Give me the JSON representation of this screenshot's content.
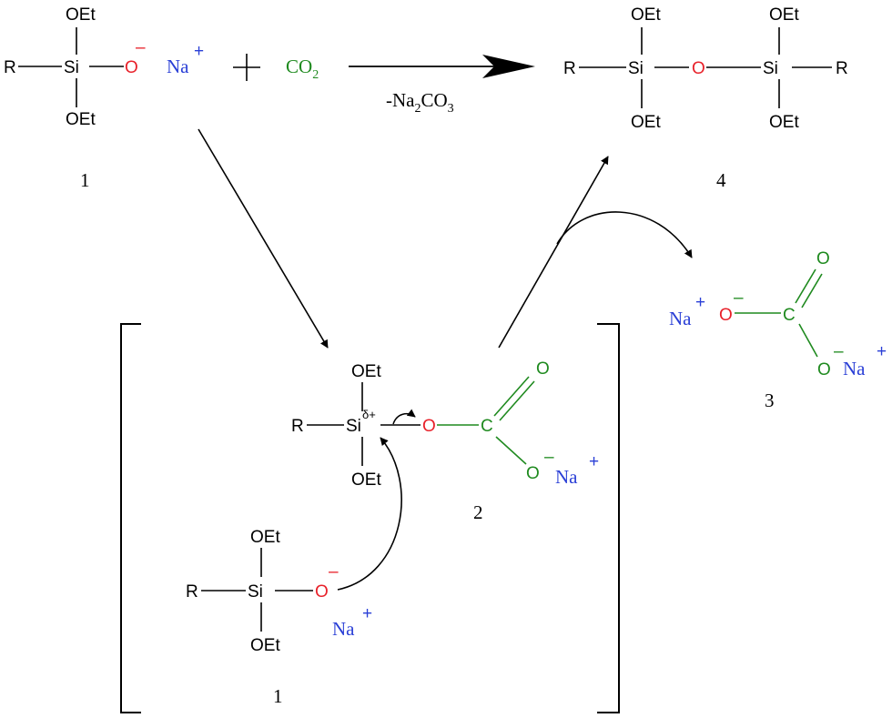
{
  "colors": {
    "bond": "#000000",
    "oxygen": "#e8212a",
    "sodium": "#2a3fd6",
    "carbonate": "#1f8a1f"
  },
  "labels": {
    "R": "R",
    "Si": "Si",
    "OEt": "OEt",
    "O": "O",
    "C": "C",
    "Na": "Na",
    "minus": "–",
    "plus_sign": "+",
    "delta_plus": "δ+",
    "plus": "+"
  },
  "reaction": {
    "co2_main": "CO",
    "co2_sub": "2",
    "byproduct_a": "-Na",
    "byproduct_sub1": "2",
    "byproduct_b": "CO",
    "byproduct_sub2": "3"
  },
  "compound_numbers": {
    "reactant": "1",
    "intermediate": "2",
    "carbonate": "3",
    "product": "4",
    "attacking_silanolate": "1"
  }
}
